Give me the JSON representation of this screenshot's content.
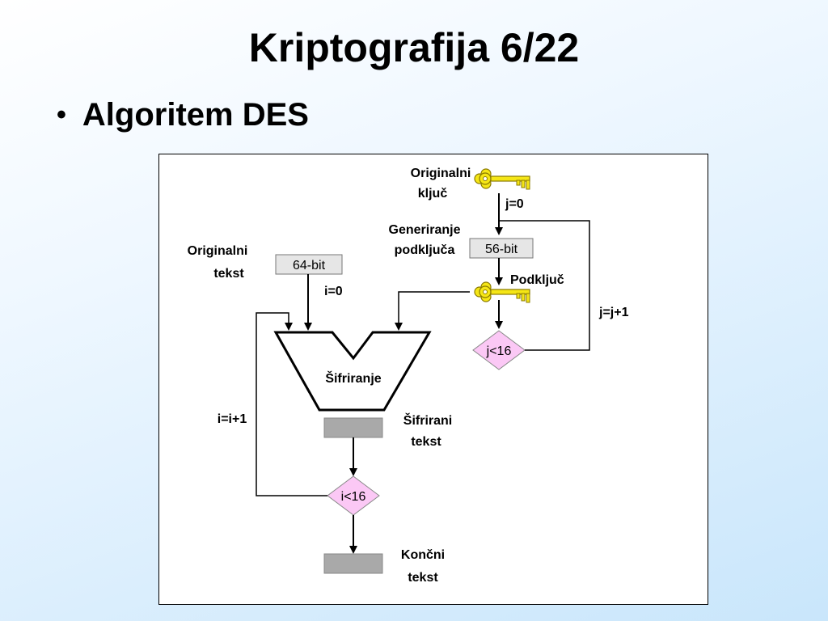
{
  "slide": {
    "title": "Kriptografija 6/22",
    "bullet": "Algoritem DES"
  },
  "diagram": {
    "original_key": [
      "Originalni",
      "ključ"
    ],
    "j_init": "j=0",
    "subkey_gen": [
      "Generiranje",
      "podključa"
    ],
    "key_size": "56-bit",
    "subkey": "Podključ",
    "j_increment": "j=j+1",
    "j_condition": "j<16",
    "original_text": [
      "Originalni",
      "tekst"
    ],
    "text_size": "64-bit",
    "i_init": "i=0",
    "encryption": "Šifriranje",
    "i_increment": "i=i+1",
    "cipher_text": [
      "Šifrirani",
      "tekst"
    ],
    "i_condition": "i<16",
    "final_text": [
      "Končni",
      "tekst"
    ]
  },
  "colors": {
    "key_gold": "#f5e616",
    "diamond_pink": "#fbc8f5",
    "box_gray": "#a9a9a9",
    "size_box": "#e6e6e6"
  }
}
